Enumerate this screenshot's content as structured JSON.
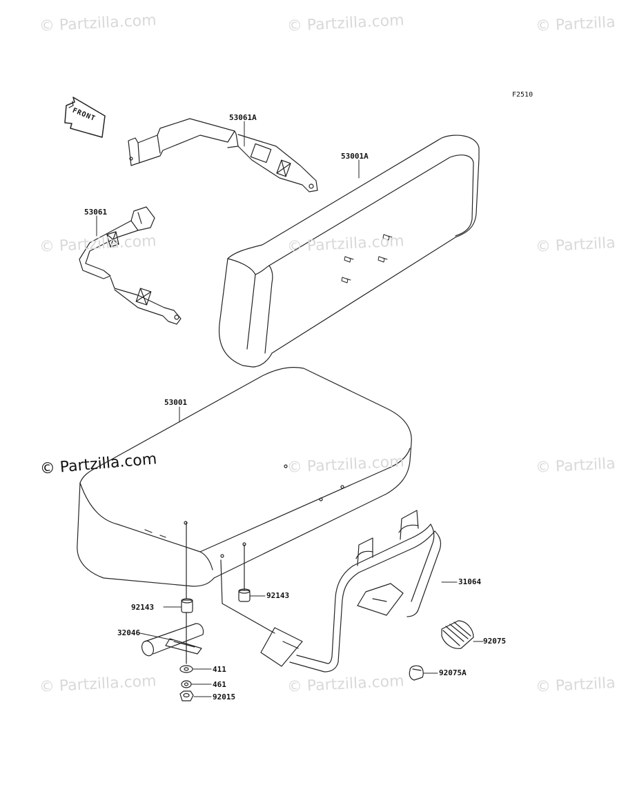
{
  "watermark": "© Partzilla.com",
  "main_watermark": "© Partzilla.com",
  "figure_code": "F2510",
  "front_label": "FRONT",
  "parts": {
    "p53061A": "53061A",
    "p53001A": "53001A",
    "p53061": "53061",
    "p53001": "53001",
    "p31064": "31064",
    "p92143_a": "92143",
    "p92143_b": "92143",
    "p32046": "32046",
    "p92075": "92075",
    "p411": "411",
    "p461": "461",
    "p92075A": "92075A",
    "p92015": "92015"
  }
}
